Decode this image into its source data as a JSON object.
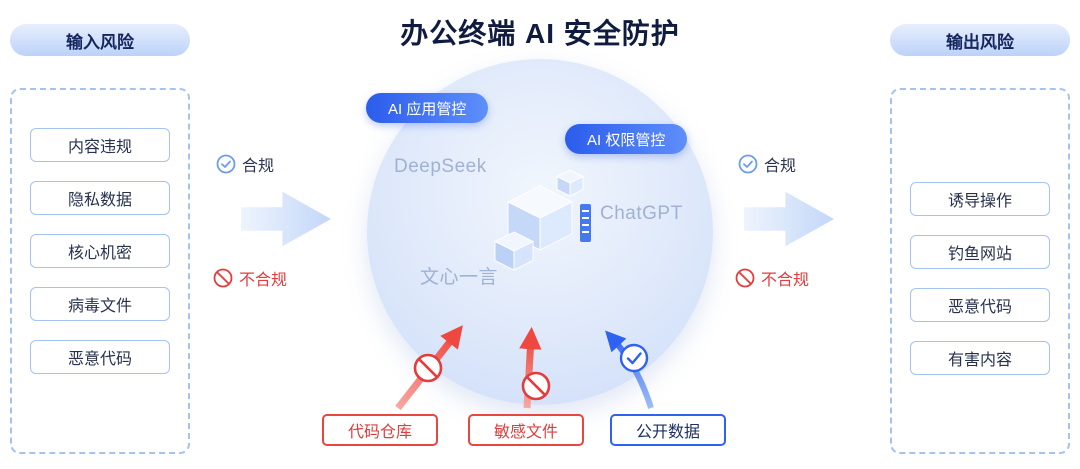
{
  "title": "办公终端 AI 安全防护",
  "input_panel": {
    "badge": "输入风险",
    "items": [
      "内容违规",
      "隐私数据",
      "核心机密",
      "病毒文件",
      "恶意代码"
    ]
  },
  "output_panel": {
    "badge": "输出风险",
    "items": [
      "诱导操作",
      "钓鱼网站",
      "恶意代码",
      "有害内容"
    ]
  },
  "center": {
    "app_control_badge": "AI 应用管控",
    "permission_control_badge": "AI 权限管控",
    "ai_models": [
      "DeepSeek",
      "ChatGPT",
      "文心一言"
    ]
  },
  "flow_left": {
    "compliant": "合规",
    "noncompliant": "不合规"
  },
  "flow_right": {
    "compliant": "合规",
    "noncompliant": "不合规"
  },
  "bottom_sources": [
    {
      "label": "代码仓库",
      "status": "blocked"
    },
    {
      "label": "敏感文件",
      "status": "blocked"
    },
    {
      "label": "公开数据",
      "status": "allowed"
    }
  ],
  "colors": {
    "accent_blue": "#2e62f1",
    "light_border_blue": "#a5c3f1",
    "alert_red": "#e23c3c",
    "navy_text": "#16265e"
  }
}
